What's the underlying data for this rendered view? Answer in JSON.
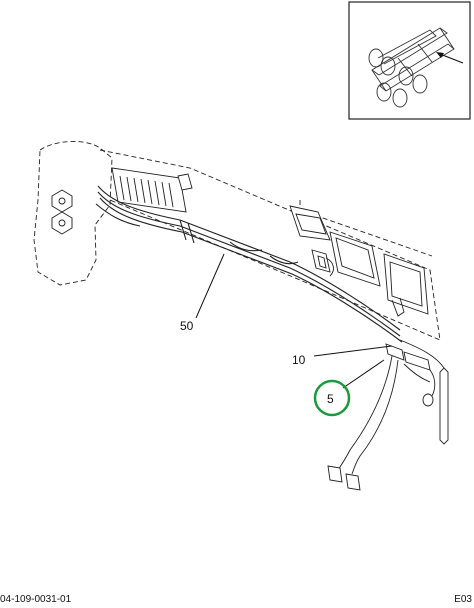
{
  "diagram": {
    "callouts": [
      {
        "id": "50",
        "label": "50"
      },
      {
        "id": "10",
        "label": "10"
      },
      {
        "id": "5",
        "label": "5",
        "highlighted": true
      }
    ],
    "highlight_color": "#1a9a3a"
  },
  "footer": {
    "left_code": "04-109-0031-01",
    "right_code": "E03"
  }
}
